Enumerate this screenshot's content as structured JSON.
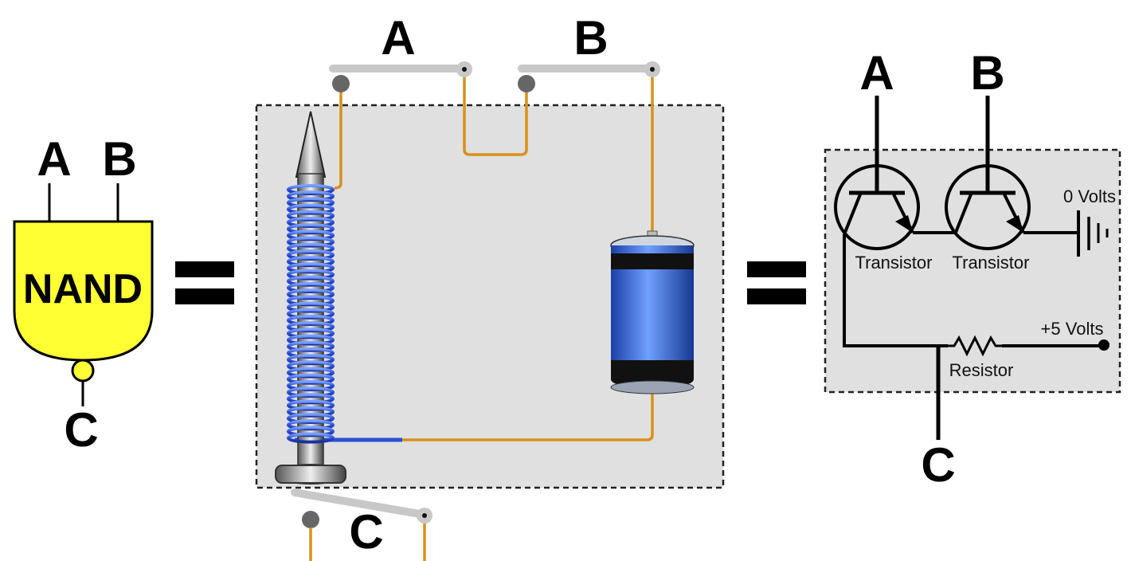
{
  "gate": {
    "input_a": "A",
    "input_b": "B",
    "name": "NAND",
    "output": "C"
  },
  "equals_sign": "=",
  "relay": {
    "switch_a": "A",
    "switch_b": "B",
    "output_switch": "C"
  },
  "transistor_circuit": {
    "input_a": "A",
    "input_b": "B",
    "transistor_1_label": "Transistor",
    "transistor_2_label": "Transistor",
    "ground_label": "0 Volts",
    "supply_label": "+5 Volts",
    "resistor_label": "Resistor",
    "output": "C"
  },
  "colors": {
    "gate_fill": "#ffff33",
    "coil": "#3355dd",
    "wire": "#d9901a",
    "panel": "#e0e0e0",
    "switch_arm": "#c8c8c8",
    "battery": "#3a6fd8"
  }
}
